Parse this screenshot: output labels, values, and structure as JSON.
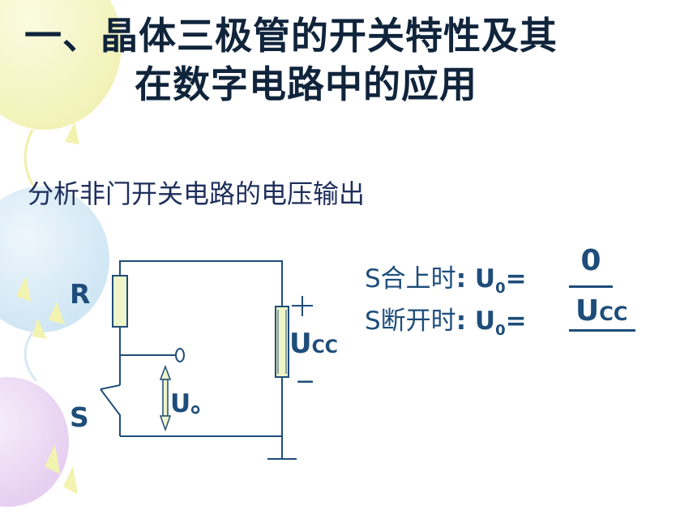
{
  "title": {
    "line1": "一、晶体三极管的开关特性及其",
    "line2": "在数字电路中的应用"
  },
  "subtitle": "分析非门开关电路的电压输出",
  "circuit": {
    "resistor_label": "R",
    "switch_label": "S",
    "output_label": "U。",
    "supply_label": "U",
    "supply_sub": "CC",
    "plus_sign": "+",
    "minus_sign": "−"
  },
  "results": {
    "closed": {
      "prefix": "S合上时",
      "colon": ":",
      "var": "U",
      "sub": "0",
      "eq": "=",
      "answer": "0"
    },
    "open": {
      "prefix": "S断开时",
      "colon": ":",
      "var": "U",
      "sub": "0",
      "eq": "=",
      "answer": "U",
      "answer_sub": "CC"
    }
  },
  "colors": {
    "title": "#10243b",
    "label": "#1e4d7a",
    "wire": "#1e4d7a",
    "resistor_fill": "#eef5c8"
  }
}
